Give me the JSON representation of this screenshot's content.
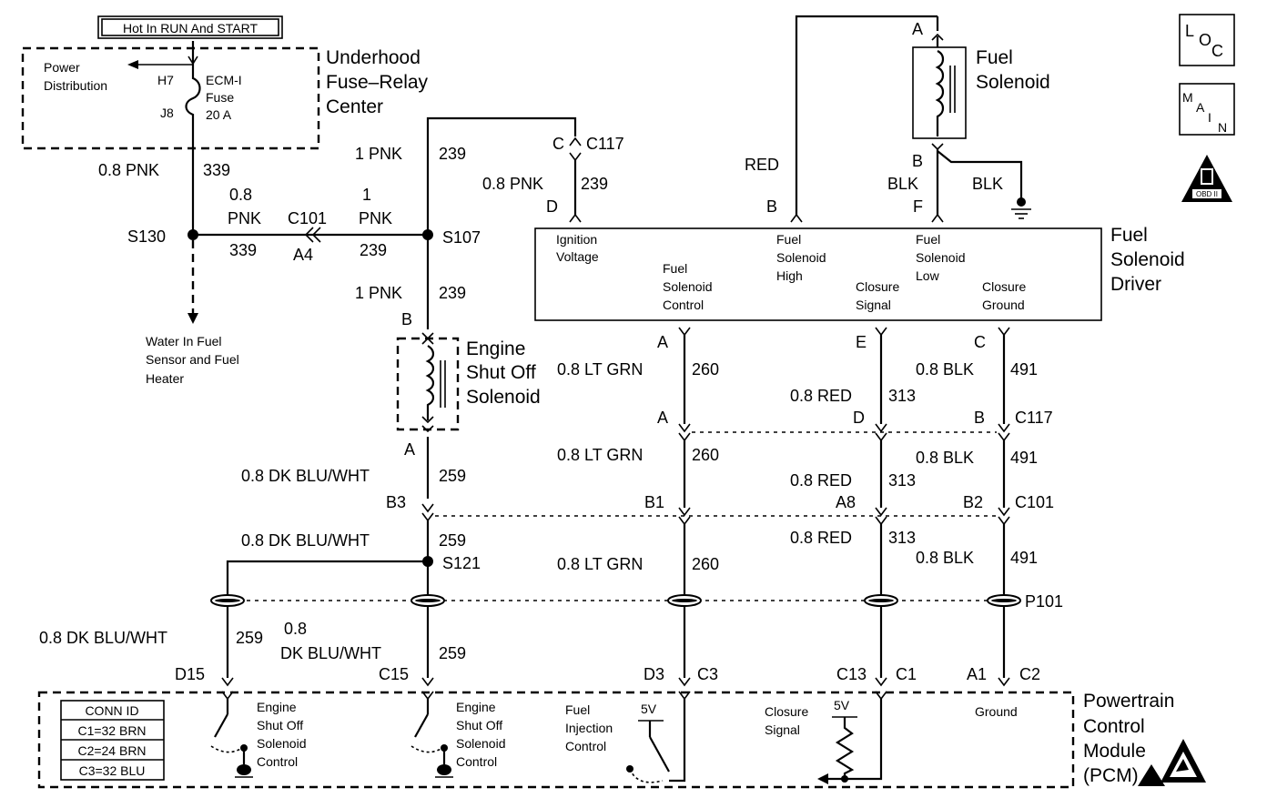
{
  "header": {
    "hot_label": "Hot In RUN And START"
  },
  "fuse_center": {
    "title": [
      "Underhood",
      "Fuse–Relay",
      "Center"
    ],
    "power_distribution": [
      "Power",
      "Distribution"
    ],
    "pin_top": "H7",
    "pin_bottom": "J8",
    "fuse_name": [
      "ECM-I",
      "Fuse",
      "20 A"
    ]
  },
  "wires": {
    "w339_top": {
      "gauge": "0.8 PNK",
      "circuit": "339"
    },
    "w339_mid": {
      "gauge": [
        "0.8",
        "PNK"
      ],
      "circuit": "339"
    },
    "w239_mid": {
      "gauge": [
        "1",
        "PNK"
      ],
      "circuit": "239"
    },
    "w239_top": {
      "gauge": "1 PNK",
      "circuit": "239"
    },
    "w239_c117": {
      "gauge": "0.8 PNK",
      "circuit": "239"
    },
    "w239_low": {
      "gauge": "1 PNK",
      "circuit": "239"
    },
    "w259_a": {
      "gauge": "0.8 DK BLU/WHT",
      "circuit": "259"
    },
    "w259_b": {
      "gauge": "0.8 DK BLU/WHT",
      "circuit": "259"
    },
    "w259_left": {
      "gauge": "0.8 DK BLU/WHT",
      "circuit": "259"
    },
    "w259_right": {
      "gauge": [
        "0.8",
        "DK BLU/WHT"
      ],
      "circuit": "259"
    },
    "w260_1": {
      "gauge": "0.8 LT GRN",
      "circuit": "260"
    },
    "w260_2": {
      "gauge": "0.8 LT GRN",
      "circuit": "260"
    },
    "w260_3": {
      "gauge": "0.8 LT GRN",
      "circuit": "260"
    },
    "w313_1": {
      "gauge": "0.8 RED",
      "circuit": "313"
    },
    "w313_2": {
      "gauge": "0.8 RED",
      "circuit": "313"
    },
    "w313_3": {
      "gauge": "0.8 RED",
      "circuit": "313"
    },
    "w491_1": {
      "gauge": "0.8 BLK",
      "circuit": "491"
    },
    "w491_2": {
      "gauge": "0.8 BLK",
      "circuit": "491"
    },
    "w491_3": {
      "gauge": "0.8 BLK",
      "circuit": "491"
    },
    "red_top": "RED",
    "blk_left": "BLK",
    "blk_right": "BLK"
  },
  "splices": {
    "s130": "S130",
    "s107": "S107",
    "s121": "S121"
  },
  "connectors": {
    "c101_top": "C101",
    "c101_pin_a4": "A4",
    "c117_top": "C117",
    "c117_pin_c": "C",
    "c117_pin_d": "D",
    "c117_mid": "C117",
    "c101_mid": "C101",
    "p101": "P101",
    "pin_b_engine": "B",
    "pin_a_engine": "A",
    "pin_b3": "B3",
    "pin_a_drv": "A",
    "pin_e_drv": "E",
    "pin_c_drv": "C",
    "pin_a_c117": "A",
    "pin_d_c117": "D",
    "pin_b_c117": "B",
    "pin_b1": "B1",
    "pin_a8": "A8",
    "pin_b2": "B2",
    "pin_sol_a": "A",
    "pin_sol_b": "B",
    "pin_drv_b": "B",
    "pin_drv_f": "F",
    "pcm_d15": "D15",
    "pcm_c15": "C15",
    "pcm_d3": "D3",
    "pcm_c3": "C3",
    "pcm_c13": "C13",
    "pcm_c1": "C1",
    "pcm_a1": "A1",
    "pcm_c2": "C2"
  },
  "water_sensor": [
    "Water In Fuel",
    "Sensor and Fuel",
    "Heater"
  ],
  "engine_solenoid": [
    "Engine",
    "Shut Off",
    "Solenoid"
  ],
  "fuel_solenoid": [
    "Fuel",
    "Solenoid"
  ],
  "driver": {
    "title": [
      "Fuel",
      "Solenoid",
      "Driver"
    ],
    "ignition": [
      "Ignition",
      "Voltage"
    ],
    "control": [
      "Fuel",
      "Solenoid",
      "Control"
    ],
    "high": [
      "Fuel",
      "Solenoid",
      "High"
    ],
    "closure_signal": [
      "Closure",
      "Signal"
    ],
    "low": [
      "Fuel",
      "Solenoid",
      "Low"
    ],
    "closure_ground": [
      "Closure",
      "Ground"
    ]
  },
  "pcm": {
    "title": [
      "Powertrain",
      "Control",
      "Module",
      "(PCM)"
    ],
    "conn_id": [
      "CONN ID",
      "C1=32 BRN",
      "C2=24 BRN",
      "C3=32 BLU"
    ],
    "eso_control_1": [
      "Engine",
      "Shut Off",
      "Solenoid",
      "Control"
    ],
    "eso_control_2": [
      "Engine",
      "Shut Off",
      "Solenoid",
      "Control"
    ],
    "fuel_injection": [
      "Fuel",
      "Injection",
      "Control"
    ],
    "v5_a": "5V",
    "closure_signal": [
      "Closure",
      "Signal"
    ],
    "v5_b": "5V",
    "ground": "Ground"
  },
  "icons": {
    "loc": [
      "L",
      "O",
      "C"
    ],
    "main": [
      "M",
      "A",
      "I",
      "N"
    ],
    "obd": "OBD II"
  }
}
